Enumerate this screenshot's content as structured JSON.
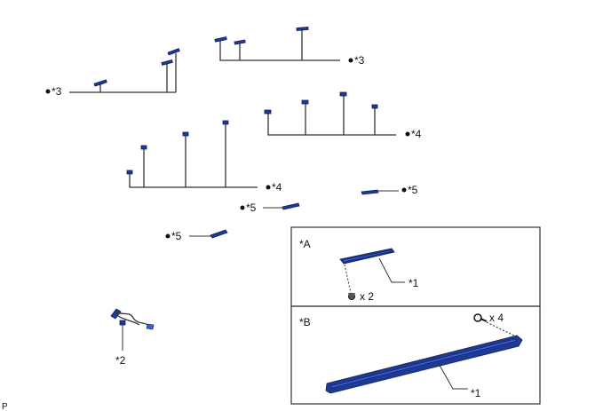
{
  "labels": {
    "ref3": "*3",
    "ref4": "*4",
    "ref5": "*5",
    "ref2": "*2",
    "ref1": "*1",
    "boxA": "*A",
    "boxB": "*B",
    "qtyA": "x 2",
    "qtyB": "x 4",
    "corner": "P"
  },
  "colors": {
    "part": "#1f3a93",
    "line": "#333333"
  },
  "icons": [
    "clip-icon",
    "screw-icon",
    "harness-connector-icon"
  ]
}
